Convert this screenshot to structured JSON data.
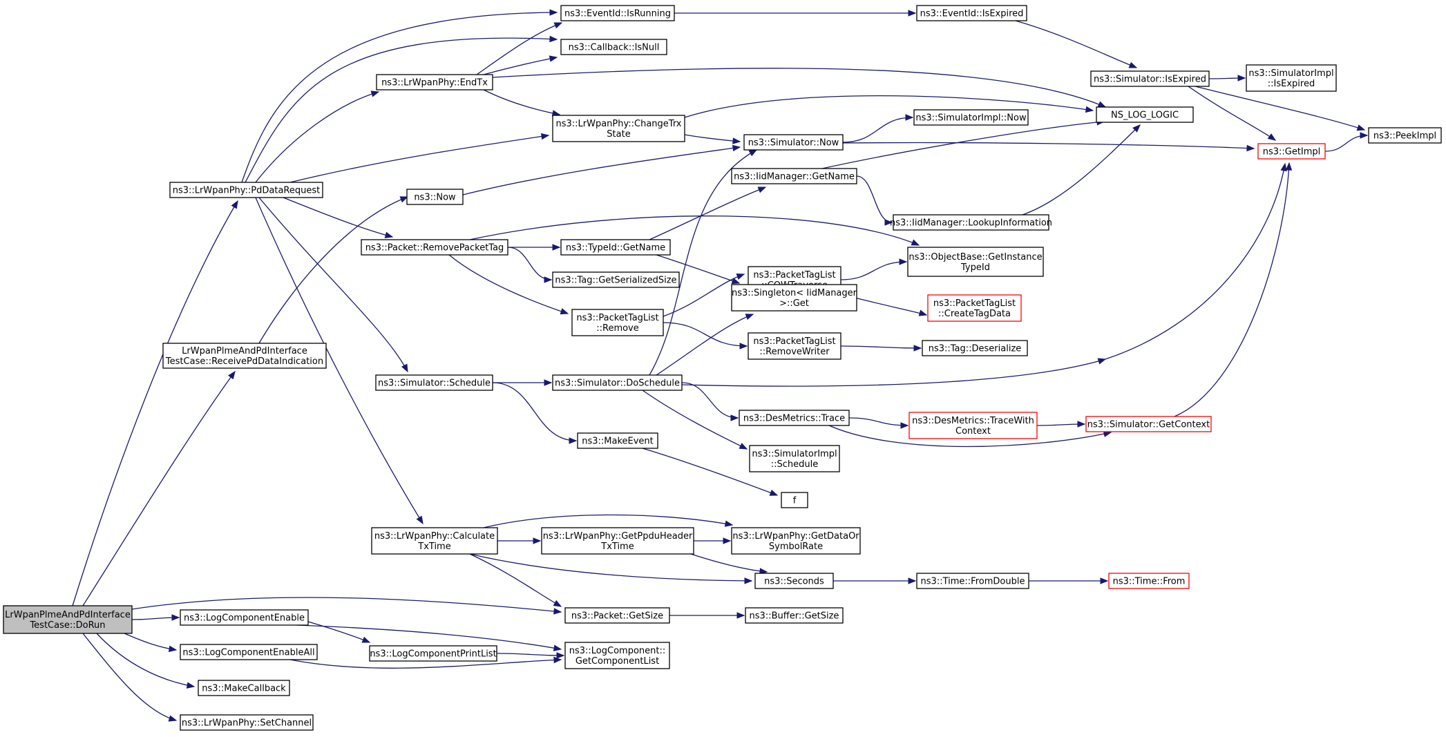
{
  "graph": {
    "nodes": [
      {
        "id": "dorun",
        "lines": [
          "LrWpanPlmeAndPdInterface",
          "TestCase::DoRun"
        ],
        "style": "root"
      },
      {
        "id": "pddatarequest",
        "lines": [
          "ns3::LrWpanPhy::PdDataRequest"
        ],
        "style": "normal"
      },
      {
        "id": "receivepd",
        "lines": [
          "LrWpanPlmeAndPdInterface",
          "TestCase::ReceivePdDataIndication"
        ],
        "style": "normal"
      },
      {
        "id": "logcompenable",
        "lines": [
          "ns3::LogComponentEnable"
        ],
        "style": "normal"
      },
      {
        "id": "logcompenableall",
        "lines": [
          "ns3::LogComponentEnableAll"
        ],
        "style": "normal"
      },
      {
        "id": "makecallback",
        "lines": [
          "ns3::MakeCallback"
        ],
        "style": "normal"
      },
      {
        "id": "setchannel",
        "lines": [
          "ns3::LrWpanPhy::SetChannel"
        ],
        "style": "normal"
      },
      {
        "id": "endtx",
        "lines": [
          "ns3::LrWpanPhy::EndTx"
        ],
        "style": "normal"
      },
      {
        "id": "now",
        "lines": [
          "ns3::Now"
        ],
        "style": "normal"
      },
      {
        "id": "removepackettag",
        "lines": [
          "ns3::Packet::RemovePacketTag"
        ],
        "style": "normal"
      },
      {
        "id": "schedule",
        "lines": [
          "ns3::Simulator::Schedule"
        ],
        "style": "normal"
      },
      {
        "id": "calctxtime",
        "lines": [
          "ns3::LrWpanPhy::Calculate",
          "TxTime"
        ],
        "style": "normal"
      },
      {
        "id": "logprintlist",
        "lines": [
          "ns3::LogComponentPrintList"
        ],
        "style": "normal"
      },
      {
        "id": "isrunning",
        "lines": [
          "ns3::EventId::IsRunning"
        ],
        "style": "normal"
      },
      {
        "id": "isnull",
        "lines": [
          "ns3::Callback::IsNull"
        ],
        "style": "normal"
      },
      {
        "id": "changetrx",
        "lines": [
          "ns3::LrWpanPhy::ChangeTrx",
          "State"
        ],
        "style": "normal"
      },
      {
        "id": "typeidgetname",
        "lines": [
          "ns3::TypeId::GetName"
        ],
        "style": "normal"
      },
      {
        "id": "getserializedsize",
        "lines": [
          "ns3::Tag::GetSerializedSize"
        ],
        "style": "normal"
      },
      {
        "id": "ptlremove",
        "lines": [
          "ns3::PacketTagList",
          "::Remove"
        ],
        "style": "normal"
      },
      {
        "id": "doschedule",
        "lines": [
          "ns3::Simulator::DoSchedule"
        ],
        "style": "normal"
      },
      {
        "id": "makeevent",
        "lines": [
          "ns3::MakeEvent"
        ],
        "style": "normal"
      },
      {
        "id": "getppduheader",
        "lines": [
          "ns3::LrWpanPhy::GetPpduHeader",
          "TxTime"
        ],
        "style": "normal"
      },
      {
        "id": "packetgetsize",
        "lines": [
          "ns3::Packet::GetSize"
        ],
        "style": "normal"
      },
      {
        "id": "getcomponentlist",
        "lines": [
          "ns3::LogComponent::",
          "GetComponentList"
        ],
        "style": "normal"
      },
      {
        "id": "isexpired",
        "lines": [
          "ns3::EventId::IsExpired"
        ],
        "style": "normal"
      },
      {
        "id": "simnow",
        "lines": [
          "ns3::Simulator::Now"
        ],
        "style": "normal"
      },
      {
        "id": "iidgetname",
        "lines": [
          "ns3::IidManager::GetName"
        ],
        "style": "normal"
      },
      {
        "id": "cowtraverse",
        "lines": [
          "ns3::PacketTagList",
          "::COWTraverse"
        ],
        "style": "normal"
      },
      {
        "id": "singletonget",
        "lines": [
          "ns3::Singleton< IidManager",
          " >::Get"
        ],
        "style": "normal"
      },
      {
        "id": "removewriter",
        "lines": [
          "ns3::PacketTagList",
          "::RemoveWriter"
        ],
        "style": "normal"
      },
      {
        "id": "desmetricstrace",
        "lines": [
          "ns3::DesMetrics::Trace"
        ],
        "style": "normal"
      },
      {
        "id": "simimplschedule",
        "lines": [
          "ns3::SimulatorImpl",
          "::Schedule"
        ],
        "style": "normal"
      },
      {
        "id": "f",
        "lines": [
          "f"
        ],
        "style": "normal"
      },
      {
        "id": "getdataorsymbolrate",
        "lines": [
          "ns3::LrWpanPhy::GetDataOr",
          "SymbolRate"
        ],
        "style": "normal"
      },
      {
        "id": "seconds",
        "lines": [
          "ns3::Seconds"
        ],
        "style": "normal"
      },
      {
        "id": "buffergetsize",
        "lines": [
          "ns3::Buffer::GetSize"
        ],
        "style": "normal"
      },
      {
        "id": "simimplnow",
        "lines": [
          "ns3::SimulatorImpl::Now"
        ],
        "style": "normal"
      },
      {
        "id": "lookupinfo",
        "lines": [
          "ns3::IidManager::LookupInformation"
        ],
        "style": "normal"
      },
      {
        "id": "getinstancetypeid",
        "lines": [
          "ns3::ObjectBase::GetInstance",
          "TypeId"
        ],
        "style": "normal"
      },
      {
        "id": "createtagdata",
        "lines": [
          "ns3::PacketTagList",
          "::CreateTagData"
        ],
        "style": "red"
      },
      {
        "id": "tagdeserialize",
        "lines": [
          "ns3::Tag::Deserialize"
        ],
        "style": "normal"
      },
      {
        "id": "tracewithcontext",
        "lines": [
          "ns3::DesMetrics::TraceWith",
          "Context"
        ],
        "style": "red"
      },
      {
        "id": "fromdouble",
        "lines": [
          "ns3::Time::FromDouble"
        ],
        "style": "normal"
      },
      {
        "id": "simisexpired",
        "lines": [
          "ns3::Simulator::IsExpired"
        ],
        "style": "normal"
      },
      {
        "id": "nslog",
        "lines": [
          "NS_LOG_LOGIC"
        ],
        "style": "normal"
      },
      {
        "id": "simgetcontext",
        "lines": [
          "ns3::Simulator::GetContext"
        ],
        "style": "red"
      },
      {
        "id": "timefrom",
        "lines": [
          "ns3::Time::From"
        ],
        "style": "red"
      },
      {
        "id": "simimplisexpired",
        "lines": [
          "ns3::SimulatorImpl",
          "::IsExpired"
        ],
        "style": "normal"
      },
      {
        "id": "getimpl",
        "lines": [
          "ns3::GetImpl"
        ],
        "style": "red"
      },
      {
        "id": "peekimpl",
        "lines": [
          "ns3::PeekImpl"
        ],
        "style": "normal"
      }
    ],
    "edges": [
      [
        "dorun",
        "pddatarequest"
      ],
      [
        "dorun",
        "receivepd"
      ],
      [
        "dorun",
        "packetgetsize"
      ],
      [
        "dorun",
        "logcompenable"
      ],
      [
        "dorun",
        "logcompenableall"
      ],
      [
        "dorun",
        "makecallback"
      ],
      [
        "dorun",
        "setchannel"
      ],
      [
        "pddatarequest",
        "isrunning"
      ],
      [
        "pddatarequest",
        "isnull"
      ],
      [
        "pddatarequest",
        "endtx"
      ],
      [
        "pddatarequest",
        "changetrx"
      ],
      [
        "pddatarequest",
        "removepackettag"
      ],
      [
        "pddatarequest",
        "schedule"
      ],
      [
        "pddatarequest",
        "calctxtime"
      ],
      [
        "receivepd",
        "now"
      ],
      [
        "endtx",
        "isrunning"
      ],
      [
        "endtx",
        "isnull"
      ],
      [
        "endtx",
        "nslog"
      ],
      [
        "endtx",
        "changetrx"
      ],
      [
        "isrunning",
        "isexpired"
      ],
      [
        "isexpired",
        "simisexpired"
      ],
      [
        "simisexpired",
        "simimplisexpired"
      ],
      [
        "simisexpired",
        "getimpl"
      ],
      [
        "simisexpired",
        "peekimpl"
      ],
      [
        "changetrx",
        "nslog"
      ],
      [
        "changetrx",
        "simnow"
      ],
      [
        "now",
        "simnow"
      ],
      [
        "simnow",
        "simimplnow"
      ],
      [
        "simnow",
        "getimpl"
      ],
      [
        "iidgetname",
        "nslog"
      ],
      [
        "iidgetname",
        "lookupinfo"
      ],
      [
        "lookupinfo",
        "nslog"
      ],
      [
        "removepackettag",
        "getinstancetypeid"
      ],
      [
        "removepackettag",
        "typeidgetname"
      ],
      [
        "removepackettag",
        "getserializedsize"
      ],
      [
        "removepackettag",
        "ptlremove"
      ],
      [
        "typeidgetname",
        "iidgetname"
      ],
      [
        "typeidgetname",
        "singletonget"
      ],
      [
        "ptlremove",
        "cowtraverse"
      ],
      [
        "ptlremove",
        "removewriter"
      ],
      [
        "cowtraverse",
        "getinstancetypeid"
      ],
      [
        "cowtraverse",
        "createtagdata"
      ],
      [
        "removewriter",
        "tagdeserialize"
      ],
      [
        "schedule",
        "doschedule"
      ],
      [
        "schedule",
        "makeevent"
      ],
      [
        "doschedule",
        "simnow"
      ],
      [
        "doschedule",
        "singletonget"
      ],
      [
        "doschedule",
        "getimpl"
      ],
      [
        "doschedule",
        "desmetricstrace"
      ],
      [
        "doschedule",
        "simimplschedule"
      ],
      [
        "desmetricstrace",
        "tracewithcontext"
      ],
      [
        "desmetricstrace",
        "simgetcontext"
      ],
      [
        "tracewithcontext",
        "simgetcontext"
      ],
      [
        "simgetcontext",
        "getimpl"
      ],
      [
        "makeevent",
        "f"
      ],
      [
        "calctxtime",
        "getdataorsymbolrate"
      ],
      [
        "calctxtime",
        "getppduheader"
      ],
      [
        "calctxtime",
        "seconds"
      ],
      [
        "calctxtime",
        "packetgetsize"
      ],
      [
        "getppduheader",
        "getdataorsymbolrate"
      ],
      [
        "getppduheader",
        "seconds"
      ],
      [
        "seconds",
        "fromdouble"
      ],
      [
        "fromdouble",
        "timefrom"
      ],
      [
        "packetgetsize",
        "buffergetsize"
      ],
      [
        "logcompenable",
        "logprintlist"
      ],
      [
        "logcompenable",
        "getcomponentlist"
      ],
      [
        "logcompenableall",
        "getcomponentlist"
      ],
      [
        "logprintlist",
        "getcomponentlist"
      ],
      [
        "getimpl",
        "peekimpl"
      ]
    ]
  },
  "colors": {
    "edge": "#191970",
    "node_border": "#000000",
    "node_border_highlight": "#ff0000",
    "root_fill": "#bfbfbf"
  }
}
